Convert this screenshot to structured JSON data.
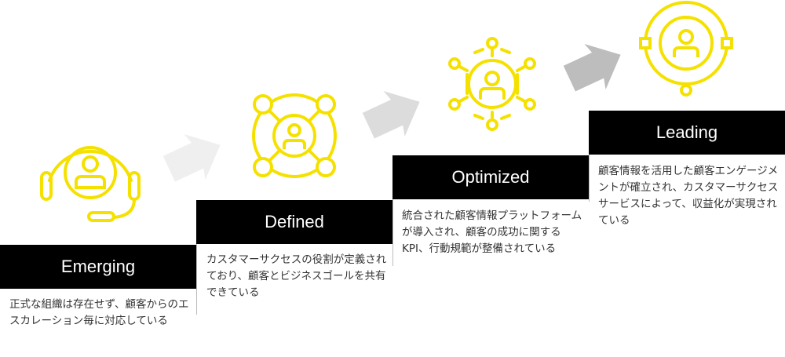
{
  "accent_color": "#F5E100",
  "stages": [
    {
      "title": "Emerging",
      "description": "正式な組織は存在せず、顧客からのエスカレーション毎に対応している",
      "icon": "headset-user-icon"
    },
    {
      "title": "Defined",
      "description": "カスタマーサクセスの役割が定義されており、顧客とビジネスゴールを共有できている",
      "icon": "user-network-icon"
    },
    {
      "title": "Optimized",
      "description": "統合された顧客情報プラットフォームが導入され、顧客の成功に関するKPI、行動規範が整備されている",
      "icon": "user-hub-icon"
    },
    {
      "title": "Leading",
      "description": "顧客情報を活用した顧客エンゲージメントが確立され、カスタマーサクセスサービスによって、収益化が実現されている",
      "icon": "user-orbit-icon"
    }
  ],
  "arrow_colors": [
    "#EFEFEF",
    "#DCDCDC",
    "#BDBDBD"
  ]
}
